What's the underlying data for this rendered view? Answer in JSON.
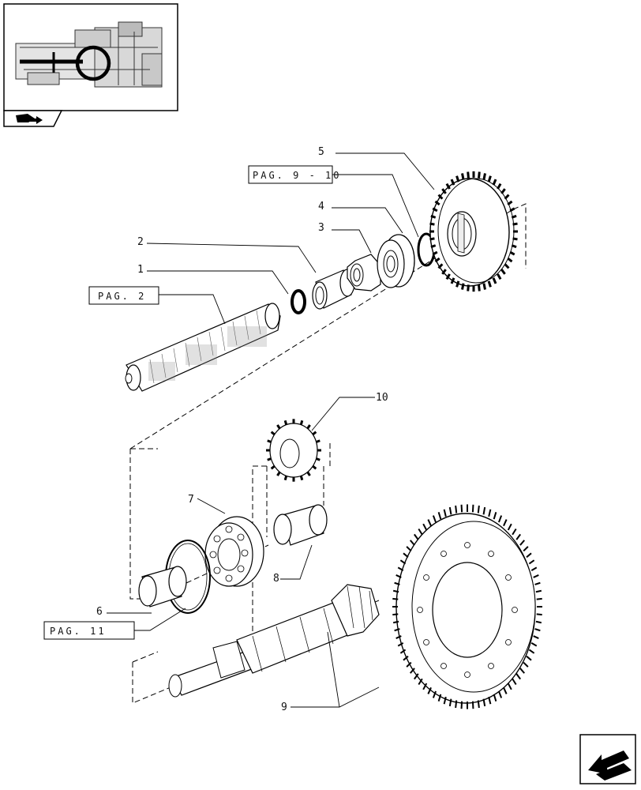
{
  "callouts": {
    "c1": "1",
    "c2": "2",
    "c3": "3",
    "c4": "4",
    "c5": "5",
    "c6": "6",
    "c7": "7",
    "c8": "8",
    "c9": "9",
    "c10": "10"
  },
  "page_refs": {
    "ref_9_10": "PAG. 9 - 10",
    "ref_2": "PAG. 2",
    "ref_11": "PAG. 11"
  },
  "icons": {
    "top_left": "book-arrow-icon",
    "bottom_right": "next-page-arrow-icon"
  }
}
